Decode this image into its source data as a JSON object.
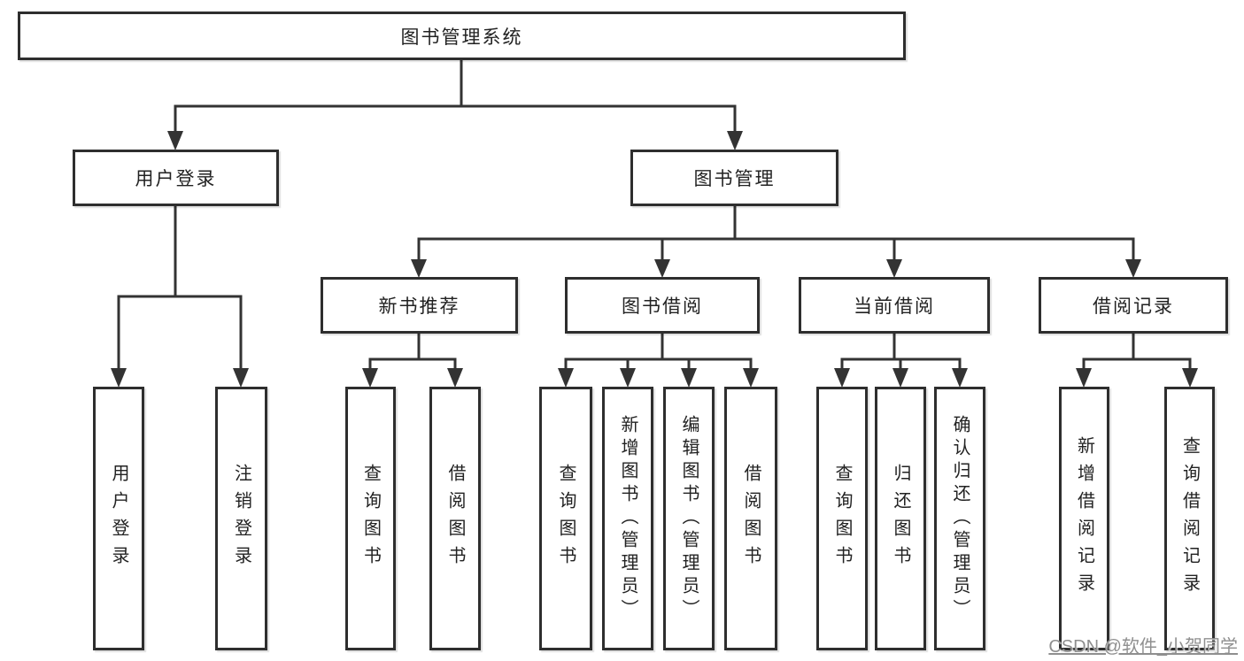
{
  "nodes": {
    "root": "图书管理系统",
    "userLogin": "用户登录",
    "bookMgmt": "图书管理",
    "newBookRec": "新书推荐",
    "bookBorrow": "图书借阅",
    "currentBorrow": "当前借阅",
    "borrowRecords": "借阅记录",
    "leaves": [
      "用户登录",
      "注销登录",
      "查询图书",
      "借阅图书",
      "查询图书",
      "新增图书（管理员）",
      "编辑图书（管理员）",
      "借阅图书",
      "查询图书",
      "归还图书",
      "确认归还（管理员）",
      "新增借阅记录",
      "查询借阅记录"
    ]
  },
  "watermark": "CSDN @软件_小贺同学",
  "colors": {
    "line": "#333333",
    "box_border": "#2e2e2e",
    "text": "#222222",
    "watermark_text": "#8f8f8f",
    "background": "#ffffff"
  }
}
